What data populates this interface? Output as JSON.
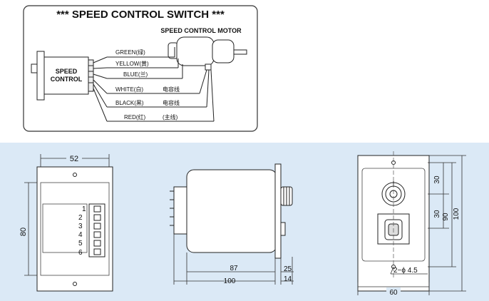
{
  "wiring": {
    "title": "*** SPEED CONTROL SWITCH ***",
    "motor_label": "SPEED CONTROL MOTOR",
    "controller_label_1": "SPEED",
    "controller_label_2": "CONTROL",
    "wires": [
      {
        "label": "GREEN(绿)",
        "note": "",
        "color": "#2e8b57"
      },
      {
        "label": "YELLOW(黄)",
        "note": "",
        "color": "#d4b000"
      },
      {
        "label": "BLUE(兰)",
        "note": "",
        "color": "#1f5fbf"
      },
      {
        "label": "WHITE(白)",
        "note": "电容线",
        "color": "#888888"
      },
      {
        "label": "BLACK(黑)",
        "note": "电容线",
        "color": "#000000"
      },
      {
        "label": "RED(红)",
        "note": "(主线)",
        "color": "#c0392b"
      }
    ]
  },
  "front_view": {
    "width_dim": "52",
    "height_dim": "80",
    "terminals": [
      "1",
      "2",
      "3",
      "4",
      "5",
      "6"
    ]
  },
  "side_view": {
    "length_dim_1": "87",
    "length_dim_2": "100",
    "small_dim_1": "25",
    "small_dim_2": "14"
  },
  "panel_view": {
    "dim_30_a": "30",
    "dim_30_b": "30",
    "dim_90": "90",
    "dim_100": "100",
    "hole_label": "2−ϕ 4.5",
    "width_dim": "60"
  },
  "colors": {
    "bottom_background": "#dbe9f6",
    "line": "#222222"
  }
}
